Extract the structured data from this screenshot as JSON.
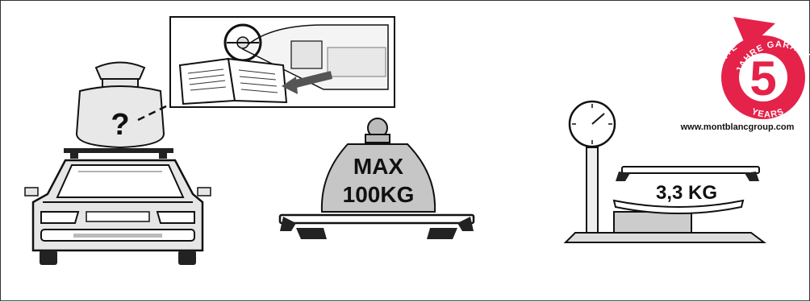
{
  "illustration": {
    "question_mark": "?",
    "max_label_line1": "MAX",
    "max_label_line2": "100KG",
    "weight_reading": "3,3 KG"
  },
  "guarantee_badge": {
    "number": "5",
    "ring_text_top": "JAHRE GARANTIE",
    "ring_text_left": "GUARANTEE",
    "ring_text_bottom": "YEARS",
    "url": "www.montblancgroup.com",
    "color": "#e4224a"
  },
  "icons": [
    "weight-icon",
    "manual-icon",
    "car-icon",
    "roof-bar-icon",
    "scale-icon",
    "dial-icon",
    "badge-icon"
  ]
}
